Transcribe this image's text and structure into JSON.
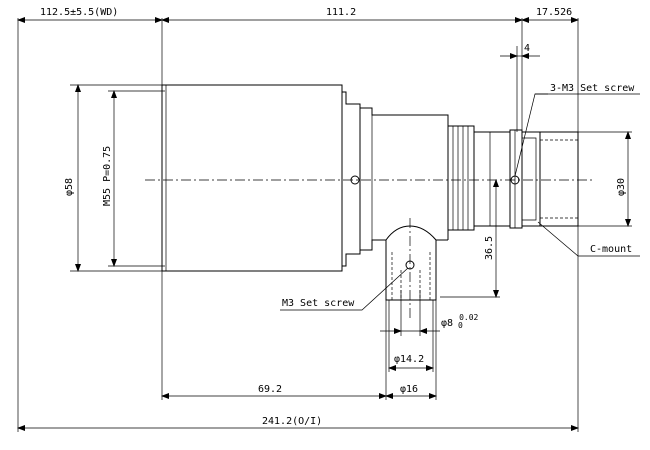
{
  "labels": {
    "wd": "112.5±5.5(WD)",
    "length_body": "111.2",
    "length_flange": "17.526",
    "dim_4": "4",
    "set_screw_3": "3-M3 Set screw",
    "dia_58": "φ58",
    "thread_m55": "M55 P=0.75",
    "dia_30": "φ30",
    "height_36_5": "36.5",
    "c_mount": "C-mount",
    "m3_set_screw": "M3 Set screw",
    "dia_8_base": "φ8",
    "dia_8_tol_upper": "0.02",
    "dia_8_tol_lower": "0",
    "dia_14_2": "φ14.2",
    "dim_69_2": "69.2",
    "dia_16": "φ16",
    "total_length": "241.2(O/I)"
  }
}
